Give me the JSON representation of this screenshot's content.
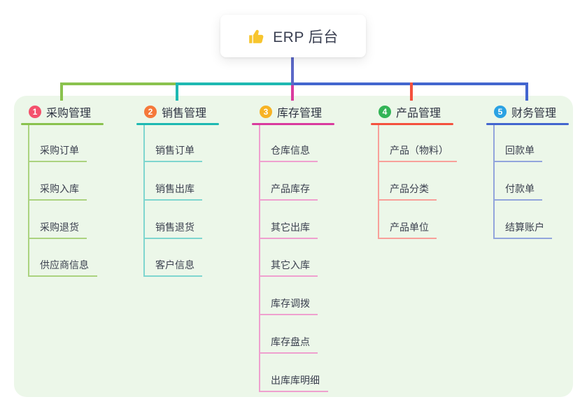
{
  "root": {
    "title": "ERP 后台",
    "icon": "thumbs-up-icon",
    "icon_color": "#f7c52e",
    "line_color": "#5b68c8"
  },
  "container": {
    "bg_color": "#ecf7e9"
  },
  "branches": [
    {
      "badge": "1",
      "badge_color": "#f4516c",
      "title": "采购管理",
      "line_color": "#8ac24e",
      "child_line_color": "#abd37f",
      "children": [
        "采购订单",
        "采购入库",
        "采购退货",
        "供应商信息"
      ]
    },
    {
      "badge": "2",
      "badge_color": "#f5793b",
      "title": "销售管理",
      "line_color": "#1eb9b2",
      "child_line_color": "#7fd6cf",
      "children": [
        "销售订单",
        "销售出库",
        "销售退货",
        "客户信息"
      ]
    },
    {
      "badge": "3",
      "badge_color": "#f7b324",
      "title": "库存管理",
      "line_color": "#d93b9e",
      "child_line_color": "#efa0cf",
      "children": [
        "仓库信息",
        "产品库存",
        "其它出库",
        "其它入库",
        "库存调拨",
        "库存盘点",
        "出库库明细"
      ]
    },
    {
      "badge": "4",
      "badge_color": "#33b457",
      "title": "产品管理",
      "line_color": "#f4513e",
      "child_line_color": "#f8a09a",
      "children": [
        "产品（物料）",
        "产品分类",
        "产品单位"
      ]
    },
    {
      "badge": "5",
      "badge_color": "#2ba2e3",
      "title": "财务管理",
      "line_color": "#4366cf",
      "child_line_color": "#92a5dc",
      "children": [
        "回款单",
        "付款单",
        "结算账户"
      ]
    }
  ]
}
